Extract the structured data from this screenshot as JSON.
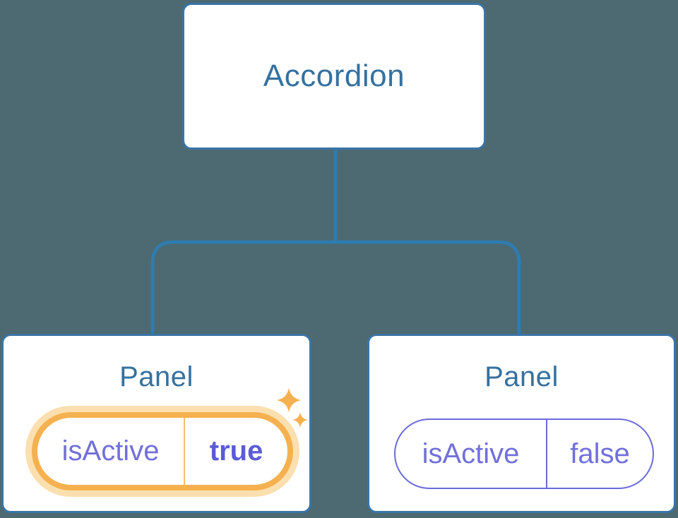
{
  "diagram": {
    "description": "React component tree showing state ownership",
    "root": {
      "label": "Accordion"
    },
    "panels": [
      {
        "title": "Panel",
        "state": {
          "name": "isActive",
          "value": "true"
        },
        "highlighted": true,
        "highlight_icon": "sparkles-icon"
      },
      {
        "title": "Panel",
        "state": {
          "name": "isActive",
          "value": "false"
        },
        "highlighted": false
      }
    ]
  },
  "colors": {
    "background": "#4D6971",
    "node_fill": "#FFFFFF",
    "node_border": "#3A74A6",
    "node_text": "#35719F",
    "connector_line": "#2F7CB0",
    "state_text": "#7170DB",
    "state_value_active": "#5C5CD6",
    "highlight_orange": "#F5B14F",
    "highlight_glow": "#FBDFAF"
  }
}
